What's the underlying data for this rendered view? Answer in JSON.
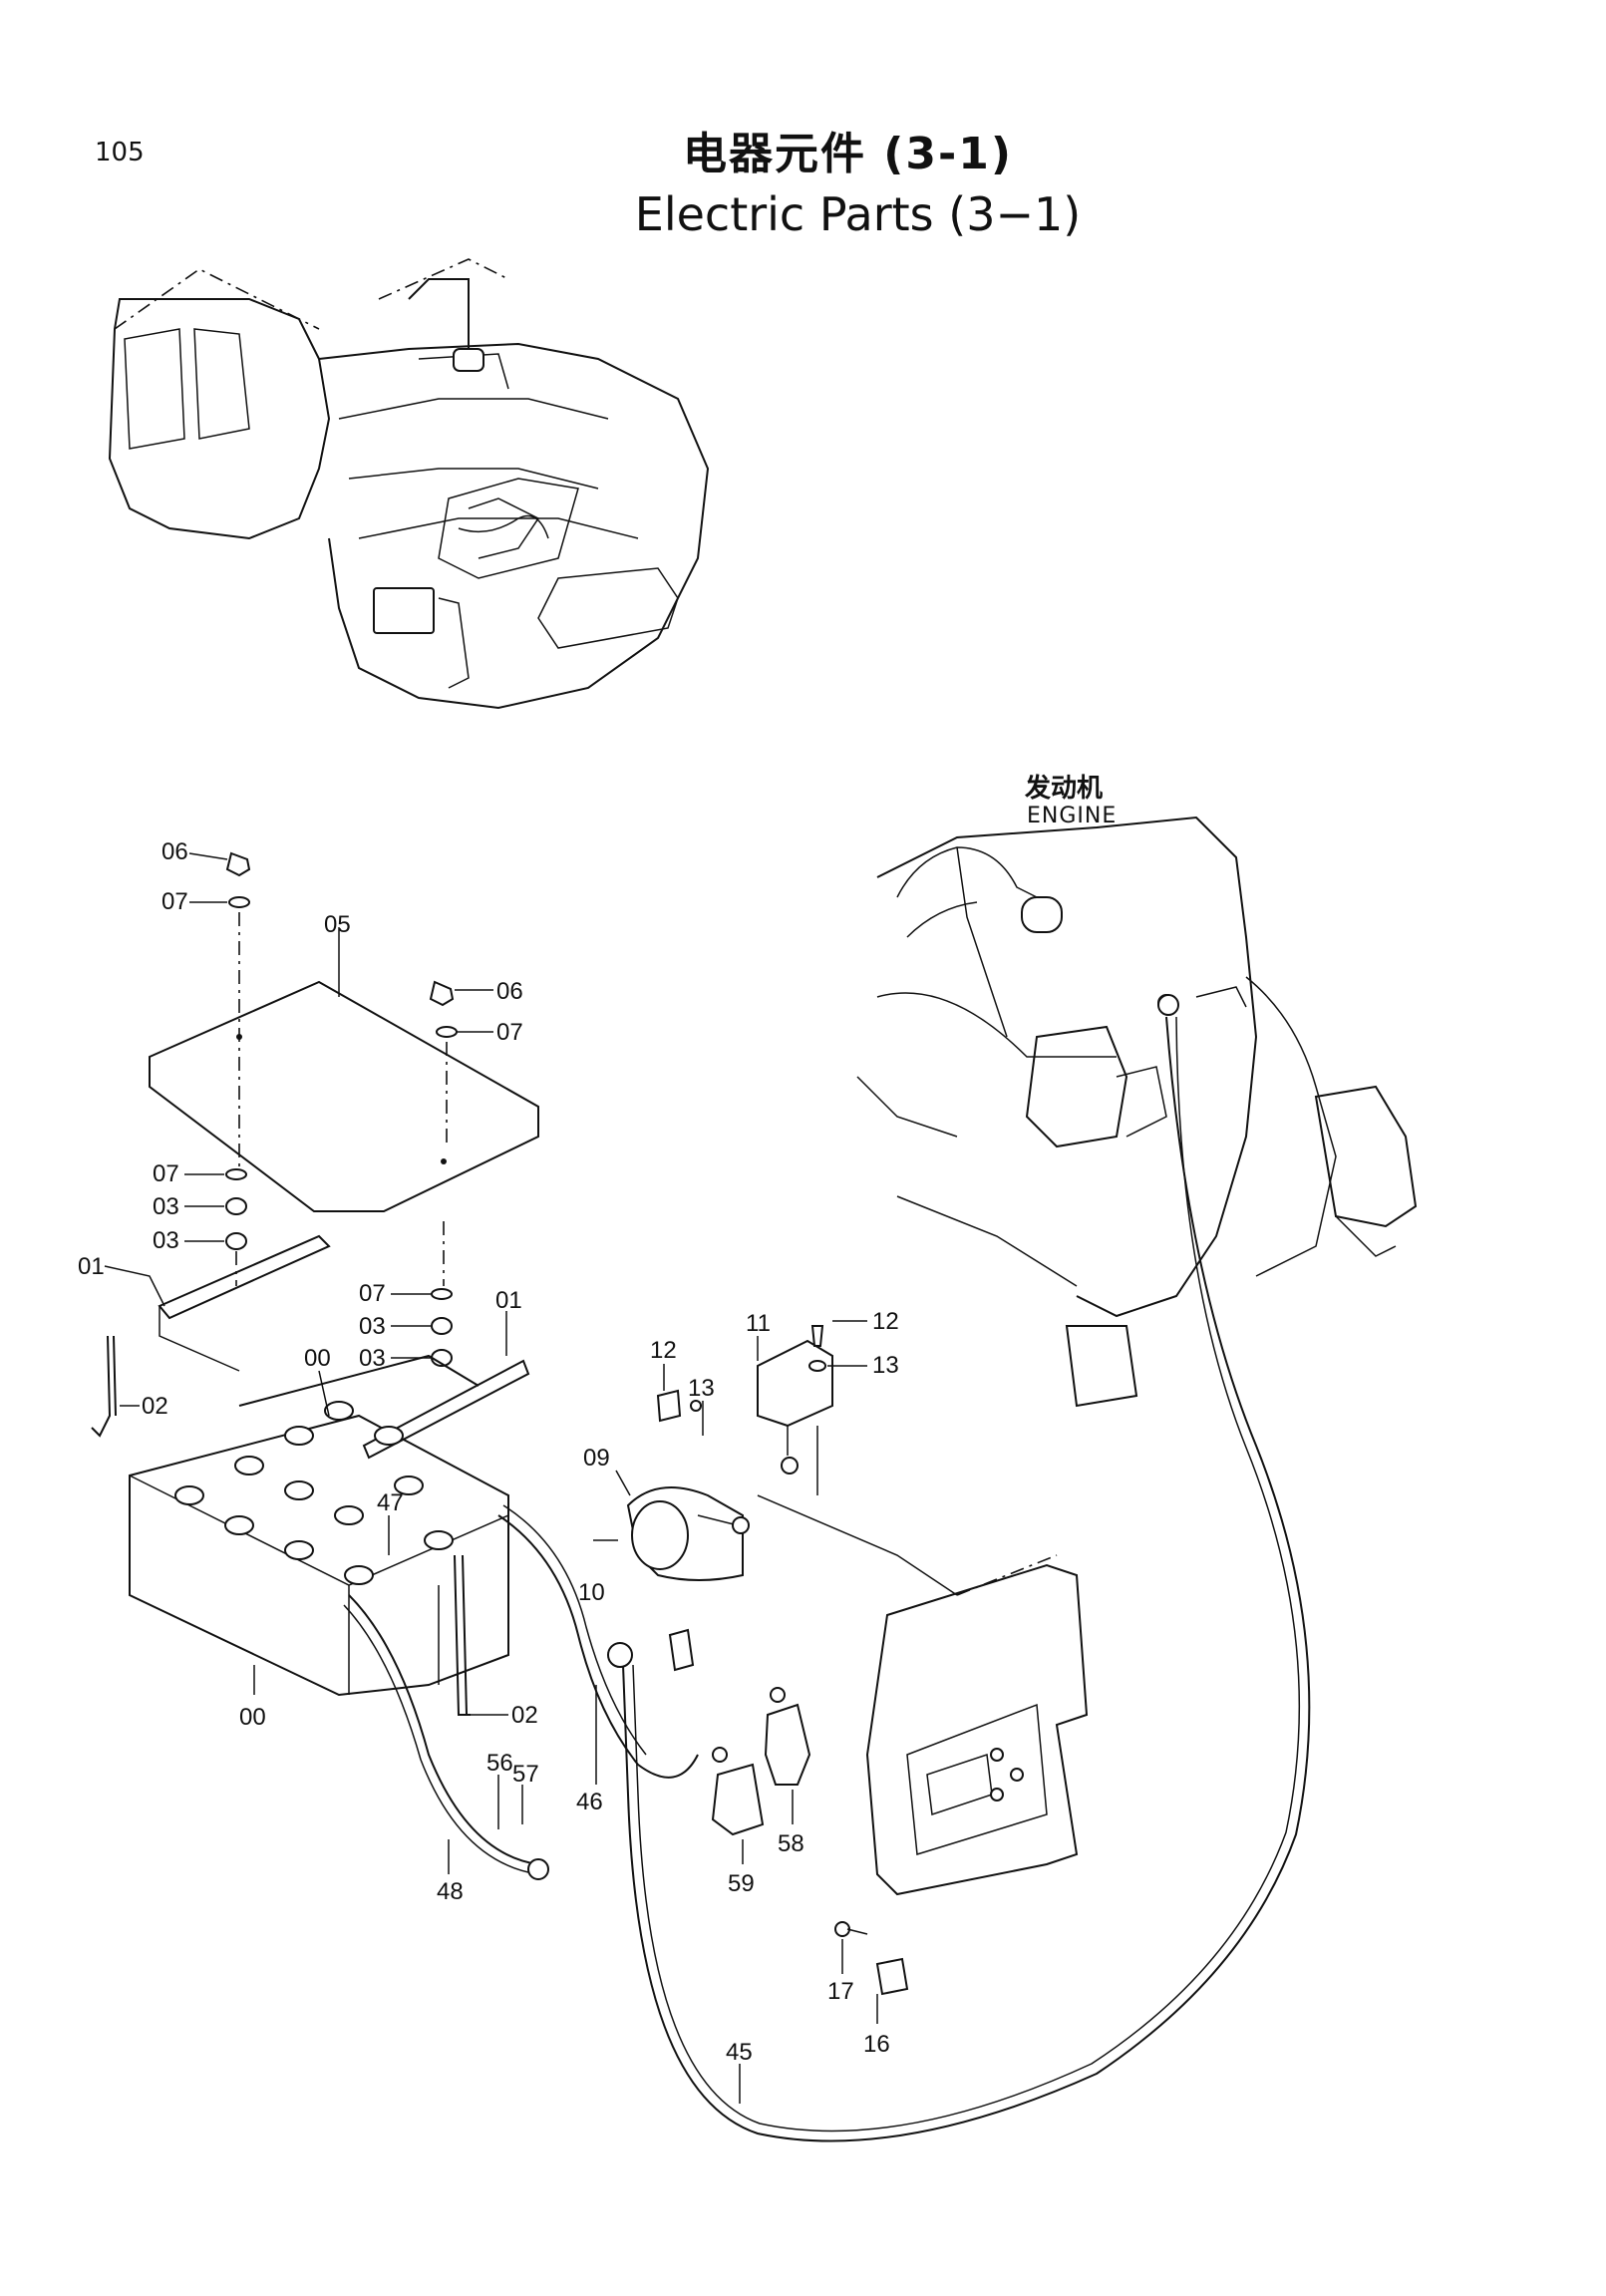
{
  "page_number": "105",
  "title_cn": "电器元件 (3-1)",
  "title_en": "Electric Parts (3−1)",
  "engine_label_cn": "发动机",
  "engine_label_en": "ENGINE",
  "callouts": {
    "c06a": "06",
    "c07a": "07",
    "c05": "05",
    "c06b": "06",
    "c07b": "07",
    "c07c": "07",
    "c03a": "03",
    "c03b": "03",
    "c01a": "01",
    "c02a": "02",
    "c07d": "07",
    "c03c": "03",
    "c03d": "03",
    "c01b": "01",
    "c00a": "00",
    "c47": "47",
    "c00b": "00",
    "c02b": "02",
    "c56": "56",
    "c57": "57",
    "c48": "48",
    "c12a": "12",
    "c13a": "13",
    "c11": "11",
    "c12b": "12",
    "c13b": "13",
    "c09": "09",
    "c10": "10",
    "c46": "46",
    "c59": "59",
    "c58": "58",
    "c17": "17",
    "c16": "16",
    "c45": "45"
  }
}
